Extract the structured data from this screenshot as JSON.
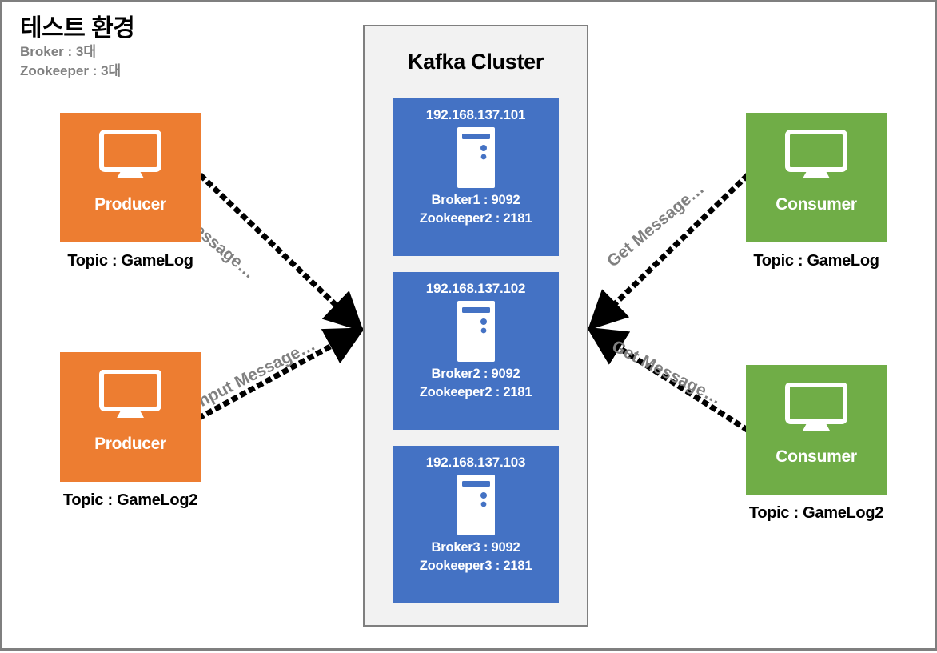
{
  "header": {
    "title": "테스트 환경",
    "lines": [
      "Broker : 3대",
      "Zookeeper : 3대"
    ]
  },
  "cluster": {
    "title": "Kafka Cluster",
    "color": "#4472C4",
    "background": "#F2F2F2",
    "border_color": "#7F7F7F",
    "brokers": [
      {
        "ip": "192.168.137.101",
        "broker": "Broker1 : 9092",
        "zookeeper": "Zookeeper2 : 2181",
        "icon": "server-tower-icon"
      },
      {
        "ip": "192.168.137.102",
        "broker": "Broker2 : 9092",
        "zookeeper": "Zookeeper2 : 2181",
        "icon": "server-tower-icon"
      },
      {
        "ip": "192.168.137.103",
        "broker": "Broker3 : 9092",
        "zookeeper": "Zookeeper3 : 2181",
        "icon": "server-tower-icon"
      }
    ]
  },
  "producers": [
    {
      "label": "Producer",
      "topic": "Topic : GameLog",
      "color": "#ED7D31",
      "icon": "monitor-icon"
    },
    {
      "label": "Producer",
      "topic": "Topic : GameLog2",
      "color": "#ED7D31",
      "icon": "monitor-icon"
    }
  ],
  "consumers": [
    {
      "label": "Consumer",
      "topic": "Topic : GameLog",
      "color": "#70AD47",
      "icon": "monitor-icon"
    },
    {
      "label": "Consumer",
      "topic": "Topic : GameLog2",
      "color": "#70AD47",
      "icon": "monitor-icon"
    }
  ],
  "arrows": [
    {
      "label": "Input Message…",
      "from": "producer-0",
      "to": "cluster",
      "color": "#808080"
    },
    {
      "label": "Input Message…",
      "from": "producer-1",
      "to": "cluster",
      "color": "#808080"
    },
    {
      "label": "Get Message…",
      "from": "cluster",
      "to": "consumer-0",
      "color": "#808080"
    },
    {
      "label": "Get Message…",
      "from": "cluster",
      "to": "consumer-1",
      "color": "#808080"
    }
  ]
}
